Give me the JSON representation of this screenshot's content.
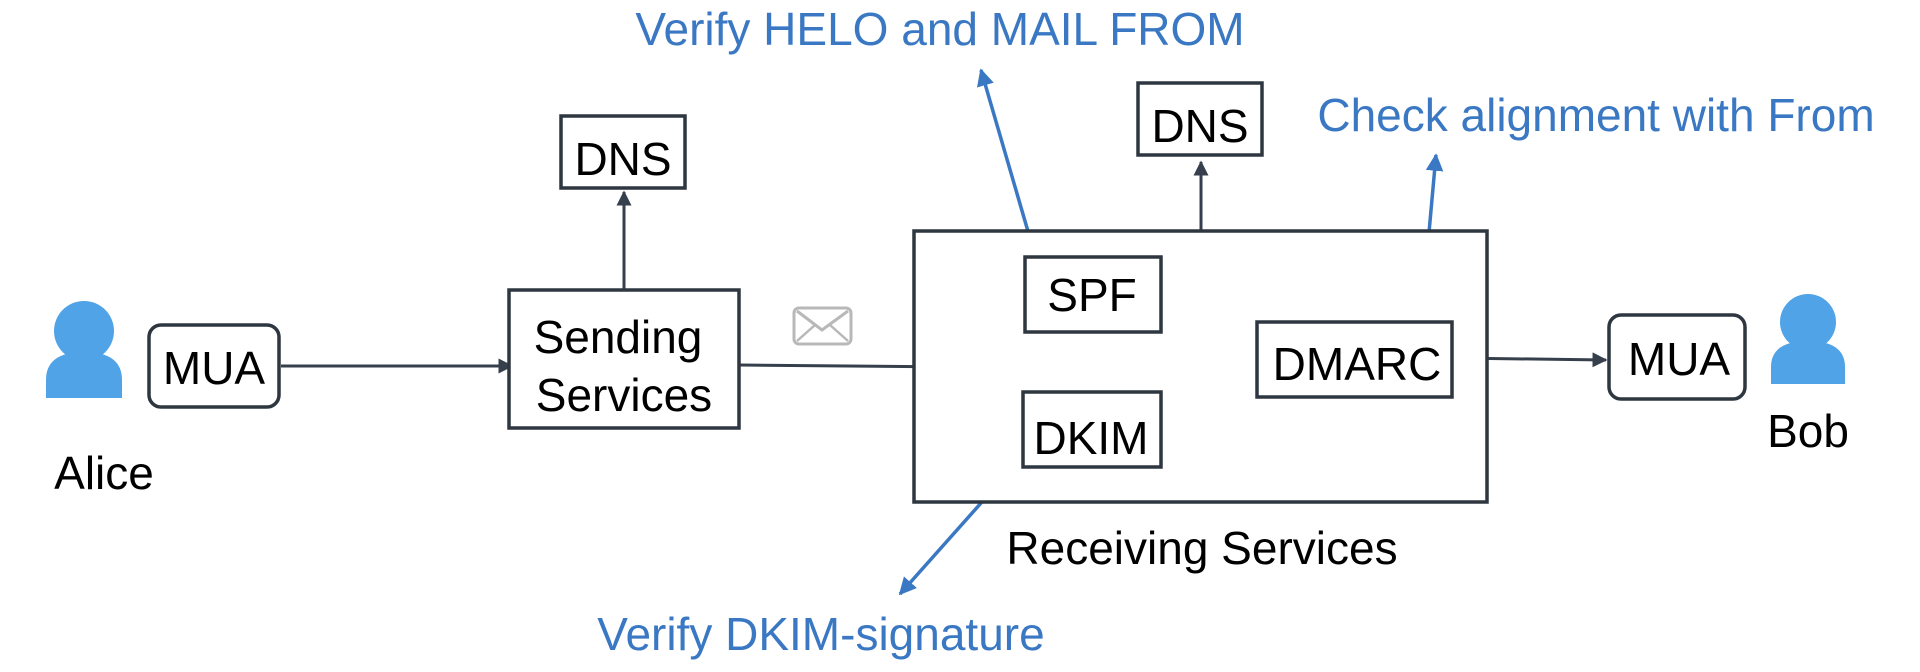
{
  "colors": {
    "accent": "#3a78c3",
    "person": "#4fa3e6",
    "line": "#36404c",
    "box_border": "#2e3640",
    "envelope": "#b8b8b8"
  },
  "actors": {
    "sender": "Alice",
    "receiver": "Bob"
  },
  "icons": {
    "sender": "person-icon",
    "receiver": "person-icon",
    "message": "envelope-icon"
  },
  "nodes": {
    "mua_sender": "MUA",
    "sending_services_line1": "Sending",
    "sending_services_line2": "Services",
    "dns_sending": "DNS",
    "dns_receiving": "DNS",
    "spf": "SPF",
    "dkim": "DKIM",
    "dmarc": "DMARC",
    "mua_receiver": "MUA",
    "receiving_services": "Receiving Services"
  },
  "annotations": {
    "spf_note": "Verify HELO and MAIL FROM",
    "dmarc_note": "Check alignment with From",
    "dkim_note": "Verify DKIM-signature"
  }
}
